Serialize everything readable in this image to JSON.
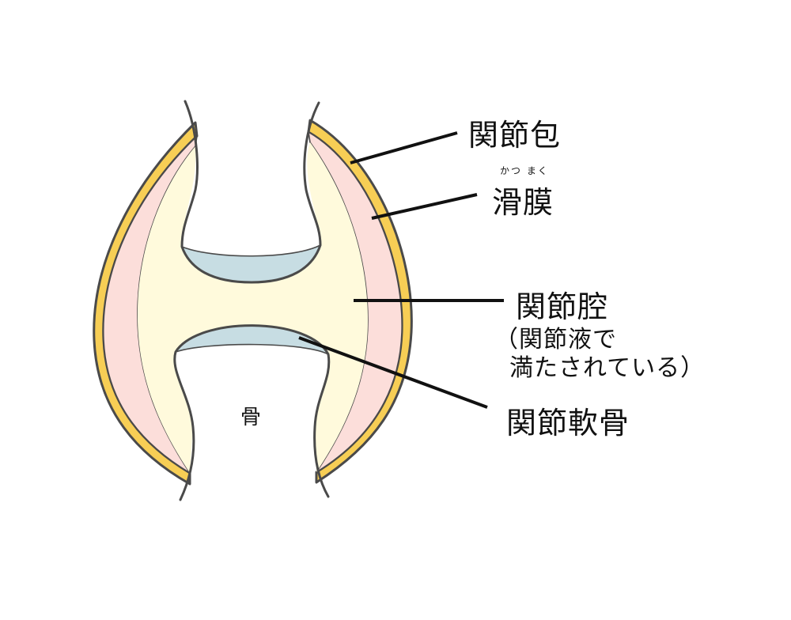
{
  "labels": {
    "joint_capsule": "関節包",
    "synovium": "滑膜",
    "synovium_reading": "かつ まく",
    "joint_cavity": "関節腔",
    "joint_cavity_note_line1": "（関節液で",
    "joint_cavity_note_line2": "満たされている）",
    "articular_cartilage": "関節軟骨",
    "bone": "骨"
  },
  "colors": {
    "capsule": "#F7CE55",
    "synovium": "#FCDEDA",
    "cavity": "#FFFADC",
    "cartilage": "#C7DDE3",
    "outline": "#4A4A4A",
    "leader": "#111111"
  }
}
